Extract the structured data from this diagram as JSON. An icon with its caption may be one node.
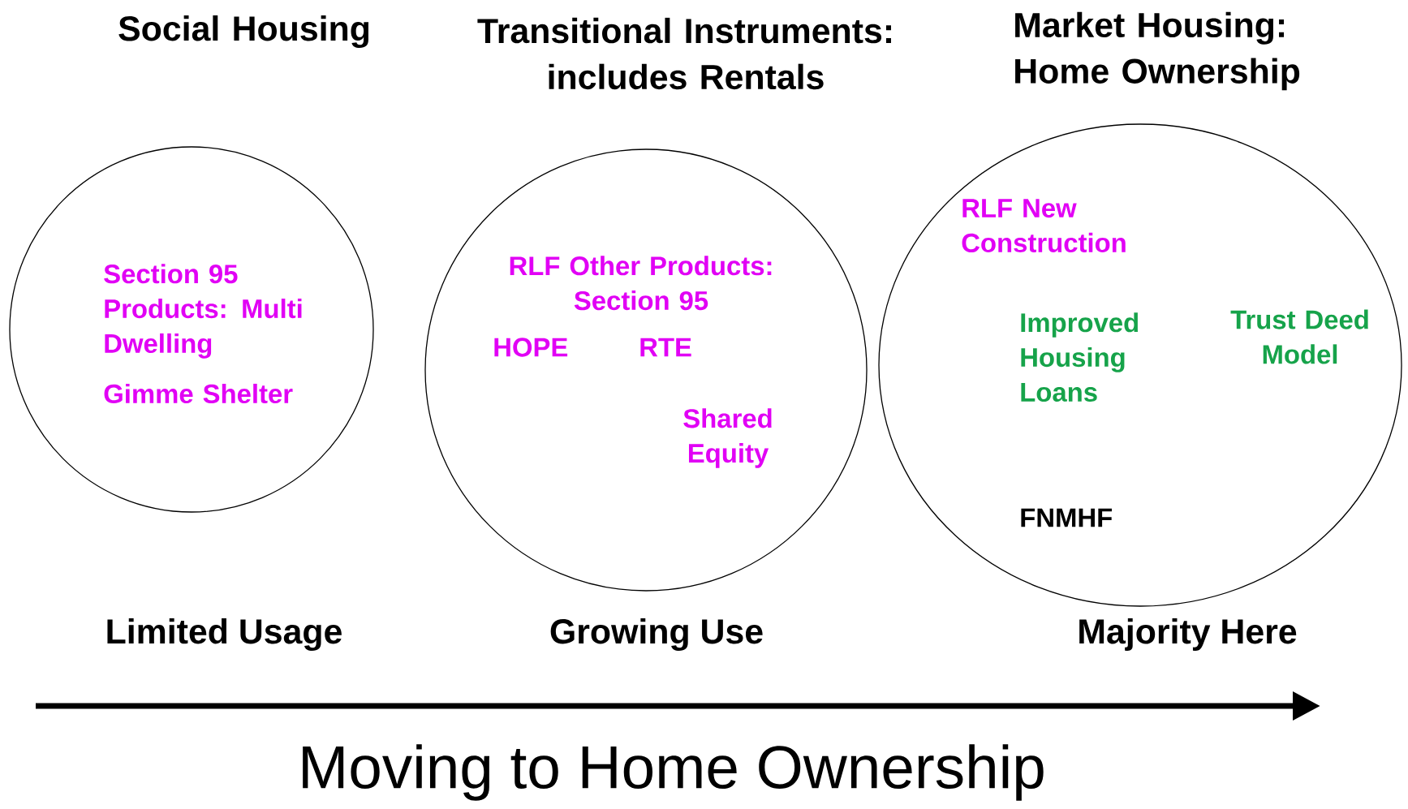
{
  "diagram": {
    "nodes": [
      {
        "text": [
          "Social Housing",
          "Section 95 Products: Multi Dwelling",
          "Gimme Shelter"
        ],
        "beside": [
          "Limited Usage"
        ]
      },
      {
        "text": [
          "Transitional Instruments: includes Rentals",
          "RLF Other Products: Section 95",
          "HOPE",
          "RTE",
          "Shared Equity"
        ],
        "beside": [
          "Growing Use"
        ]
      },
      {
        "text": [
          "Market Housing: Home Ownership",
          "RLF New Construction",
          "Improved Housing Loans",
          "Trust Deed Model",
          "FNMHF"
        ],
        "beside": [
          "Majority Here"
        ]
      }
    ],
    "labels": [
      "Moving to Home Ownership"
    ]
  }
}
